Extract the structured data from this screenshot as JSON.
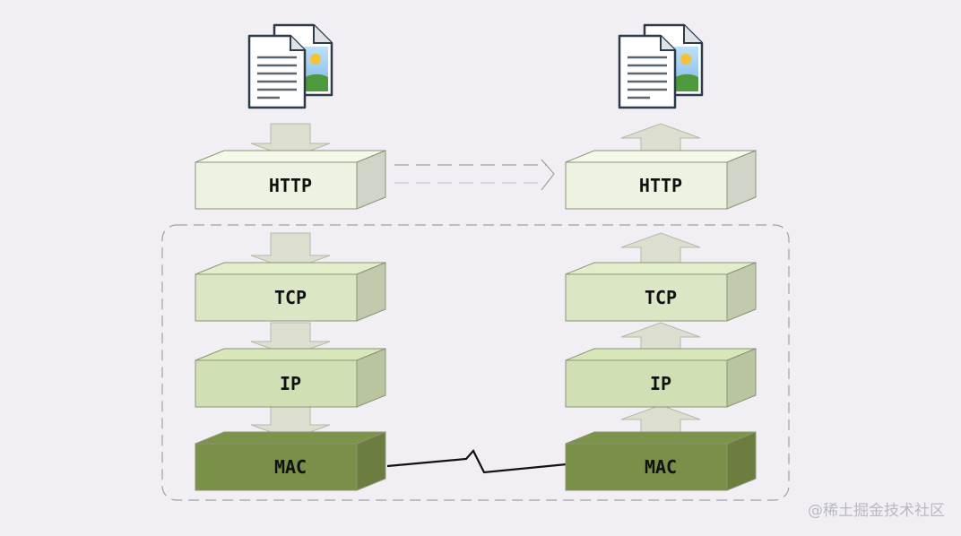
{
  "diagram": {
    "left_stack": [
      "HTTP",
      "TCP",
      "IP",
      "MAC"
    ],
    "right_stack": [
      "HTTP",
      "TCP",
      "IP",
      "MAC"
    ],
    "colors": {
      "background": "#f2eff4",
      "http_front": "#eef2e2",
      "tcp_front": "#dbe6c4",
      "ip_front": "#d1e0b4",
      "mac_front": "#7a8f48",
      "arrow_fill": "#dcdfd0",
      "box_stroke": "#8a9476",
      "dashed": "#9fa0a3"
    },
    "icons": {
      "left_document": "documents-icon",
      "right_document": "documents-icon"
    }
  },
  "watermark": "@稀土掘金技术社区"
}
